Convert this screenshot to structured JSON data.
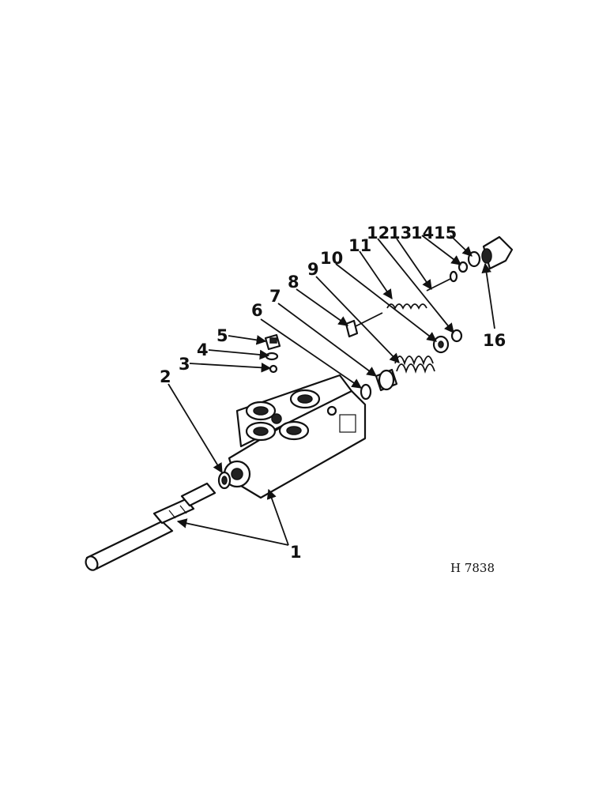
{
  "diagram": {
    "reference_code": "H 7838",
    "callouts": [
      "1",
      "2",
      "3",
      "4",
      "5",
      "6",
      "7",
      "8",
      "9",
      "10",
      "11",
      "12",
      "13",
      "14",
      "15",
      "16"
    ]
  }
}
